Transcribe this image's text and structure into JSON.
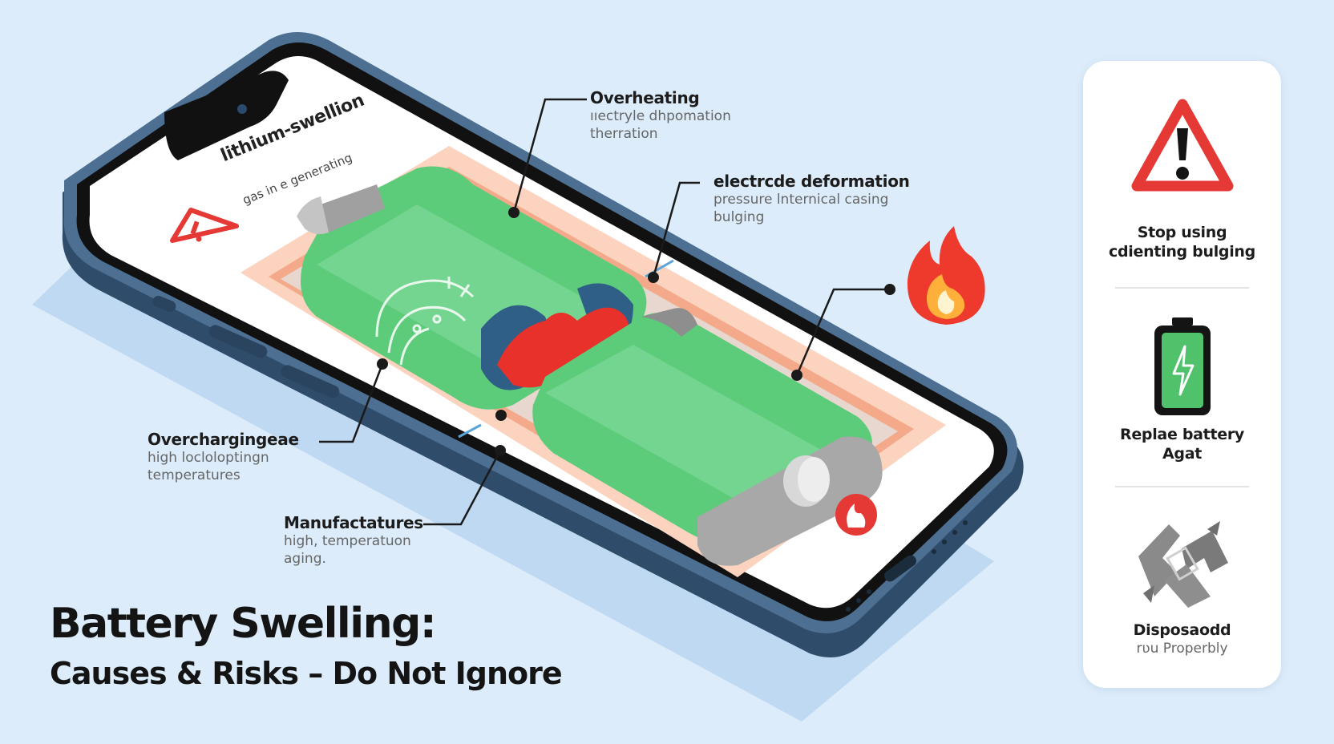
{
  "screen": {
    "title": "lithium-swellion",
    "subtitle": "gas in e generating"
  },
  "callouts": {
    "overheating": {
      "heading": "Overheating",
      "lines": [
        "ııectryle dhpomation",
        "therration"
      ]
    },
    "electrode": {
      "heading": "electrcde deformation",
      "lines": [
        "pressure lnternical casing",
        "bulging"
      ]
    },
    "overcharging": {
      "heading": "Overchargingeae",
      "lines": [
        "high locloloptingn",
        "temperatures"
      ]
    },
    "manufacture": {
      "heading": "Manufactatures",
      "lines": [
        "high, temperatuon",
        "aging."
      ]
    }
  },
  "headline": {
    "line1": "Battery Swelling:",
    "line2": "Causes & Risks – Do Not Ignore"
  },
  "panel": {
    "items": [
      {
        "icon": "warning-triangle-icon",
        "heading_lines": [
          "Stop using",
          "cdienting bulging"
        ],
        "sub": ""
      },
      {
        "icon": "battery-charge-icon",
        "heading_lines": [
          "Replae battery",
          "Agat"
        ],
        "sub": ""
      },
      {
        "icon": "broken-battery-disposal-icon",
        "heading_lines": [
          "Disposaodd"
        ],
        "sub": "rʋu Properbly"
      }
    ]
  },
  "colors": {
    "background": "#dcecfa",
    "phone_frame": "#3d5a78",
    "cell_green": "#4fc26b",
    "heat_red": "#e8312a",
    "heat_glow": "#f5b49a",
    "warning_red": "#e53935"
  }
}
